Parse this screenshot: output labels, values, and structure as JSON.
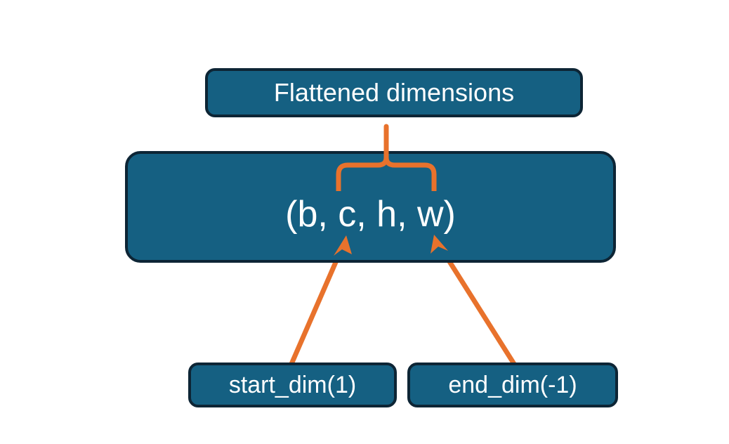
{
  "diagram": {
    "title": "Flatten start_dim and end_dim over tensor shape",
    "background_color": "#ffffff",
    "node_fill_color": "#156082",
    "node_border_color": "#0d2535",
    "node_text_color": "#ffffff",
    "connector_color": "#e8722c",
    "nodes": {
      "flattened": {
        "label": "Flattened dimensions"
      },
      "shape": {
        "label": "(b, c, h, w)"
      },
      "start_dim": {
        "label": "start_dim(1)"
      },
      "end_dim": {
        "label": "end_dim(-1)"
      }
    },
    "connectors": {
      "brace": {
        "name": "curly-brace-spanning-c-h-w",
        "points_to": "Flattened dimensions"
      },
      "start_dim_arrow": {
        "name": "arrow-start-dim-to-c",
        "from": "start_dim(1)",
        "to": "(b, c, h, w)"
      },
      "end_dim_arrow": {
        "name": "arrow-end-dim-to-w",
        "from": "end_dim(-1)",
        "to": "(b, c, h, w)"
      }
    }
  }
}
